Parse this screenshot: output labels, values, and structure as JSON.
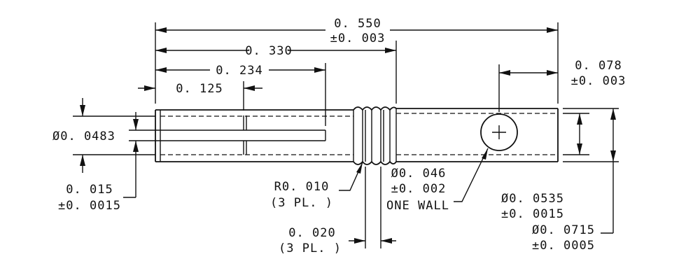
{
  "dimensions": {
    "overall_length": {
      "nominal": "0. 550",
      "tolerance": "±0. 003"
    },
    "to_grooves_end": "0. 330",
    "slot_length": "0. 234",
    "counterbore_depth": "0. 125",
    "hole_location": {
      "nominal": "0. 078",
      "tolerance": "±0. 003"
    },
    "bore_diameter": "Ø0. 0483",
    "slot_width": {
      "nominal": "0. 015",
      "tolerance": "±0. 0015"
    },
    "groove_radius": {
      "nominal": "R0. 010",
      "note": "(3 PL. )"
    },
    "cross_hole": {
      "nominal": "Ø0. 046",
      "tolerance": "±0. 002",
      "note": "ONE WALL"
    },
    "groove_width": {
      "nominal": "0. 020",
      "note": "(3 PL. )"
    },
    "inner_diameter": {
      "nominal": "Ø0. 0535",
      "tolerance": "±0. 0015"
    },
    "outer_diameter": {
      "nominal": "Ø0. 0715",
      "tolerance": "±0. 0005"
    }
  }
}
